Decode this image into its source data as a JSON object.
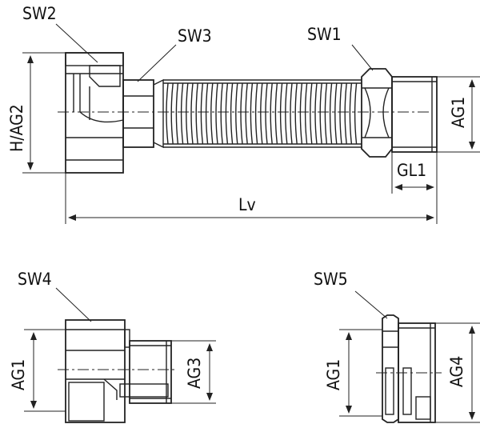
{
  "labels": {
    "sw1": "SW1",
    "sw2": "SW2",
    "sw3": "SW3",
    "sw4": "SW4",
    "sw5": "SW5",
    "h_ag2": "H/AG2",
    "ag1_top": "AG1",
    "gl1": "GL1",
    "lv": "Lv",
    "ag1_left": "AG1",
    "ag3": "AG3",
    "ag1_right": "AG1",
    "ag4": "AG4"
  }
}
